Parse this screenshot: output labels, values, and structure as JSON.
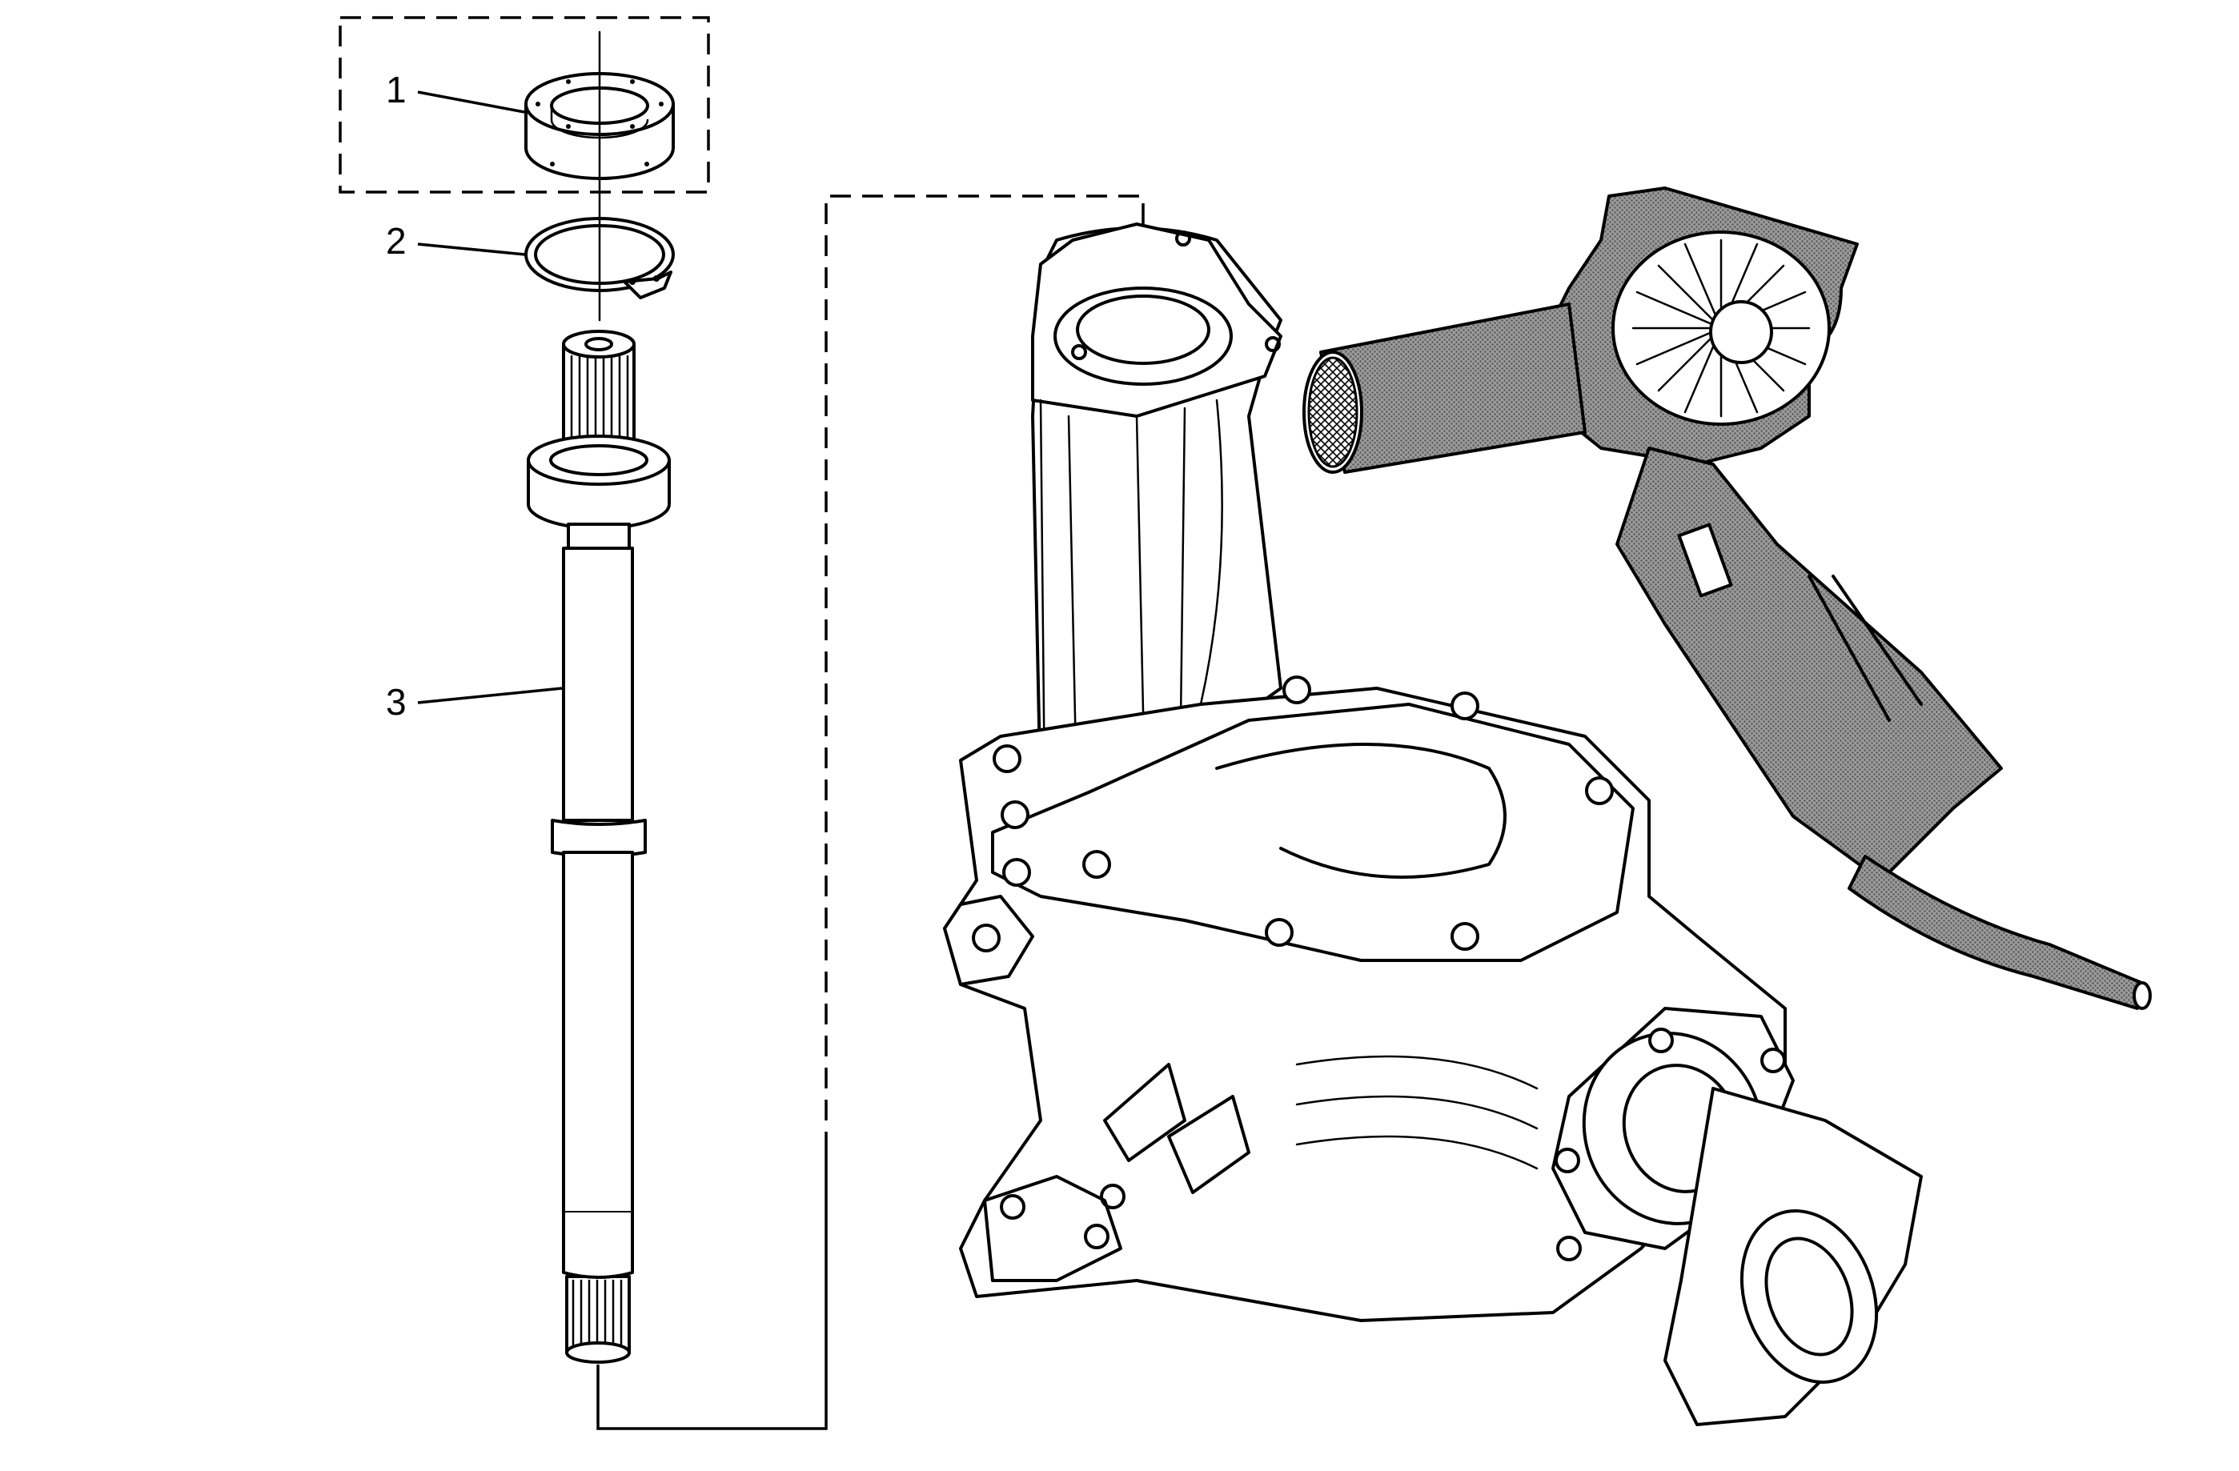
{
  "callouts": [
    {
      "number": "1",
      "part": "bearing"
    },
    {
      "number": "2",
      "part": "retaining-ring"
    },
    {
      "number": "3",
      "part": "shaft"
    }
  ],
  "colors": {
    "line": "#000000",
    "background": "#ffffff",
    "shade": "#8a8a8a"
  },
  "icons": [
    "heat-gun-icon",
    "housing-icon"
  ]
}
